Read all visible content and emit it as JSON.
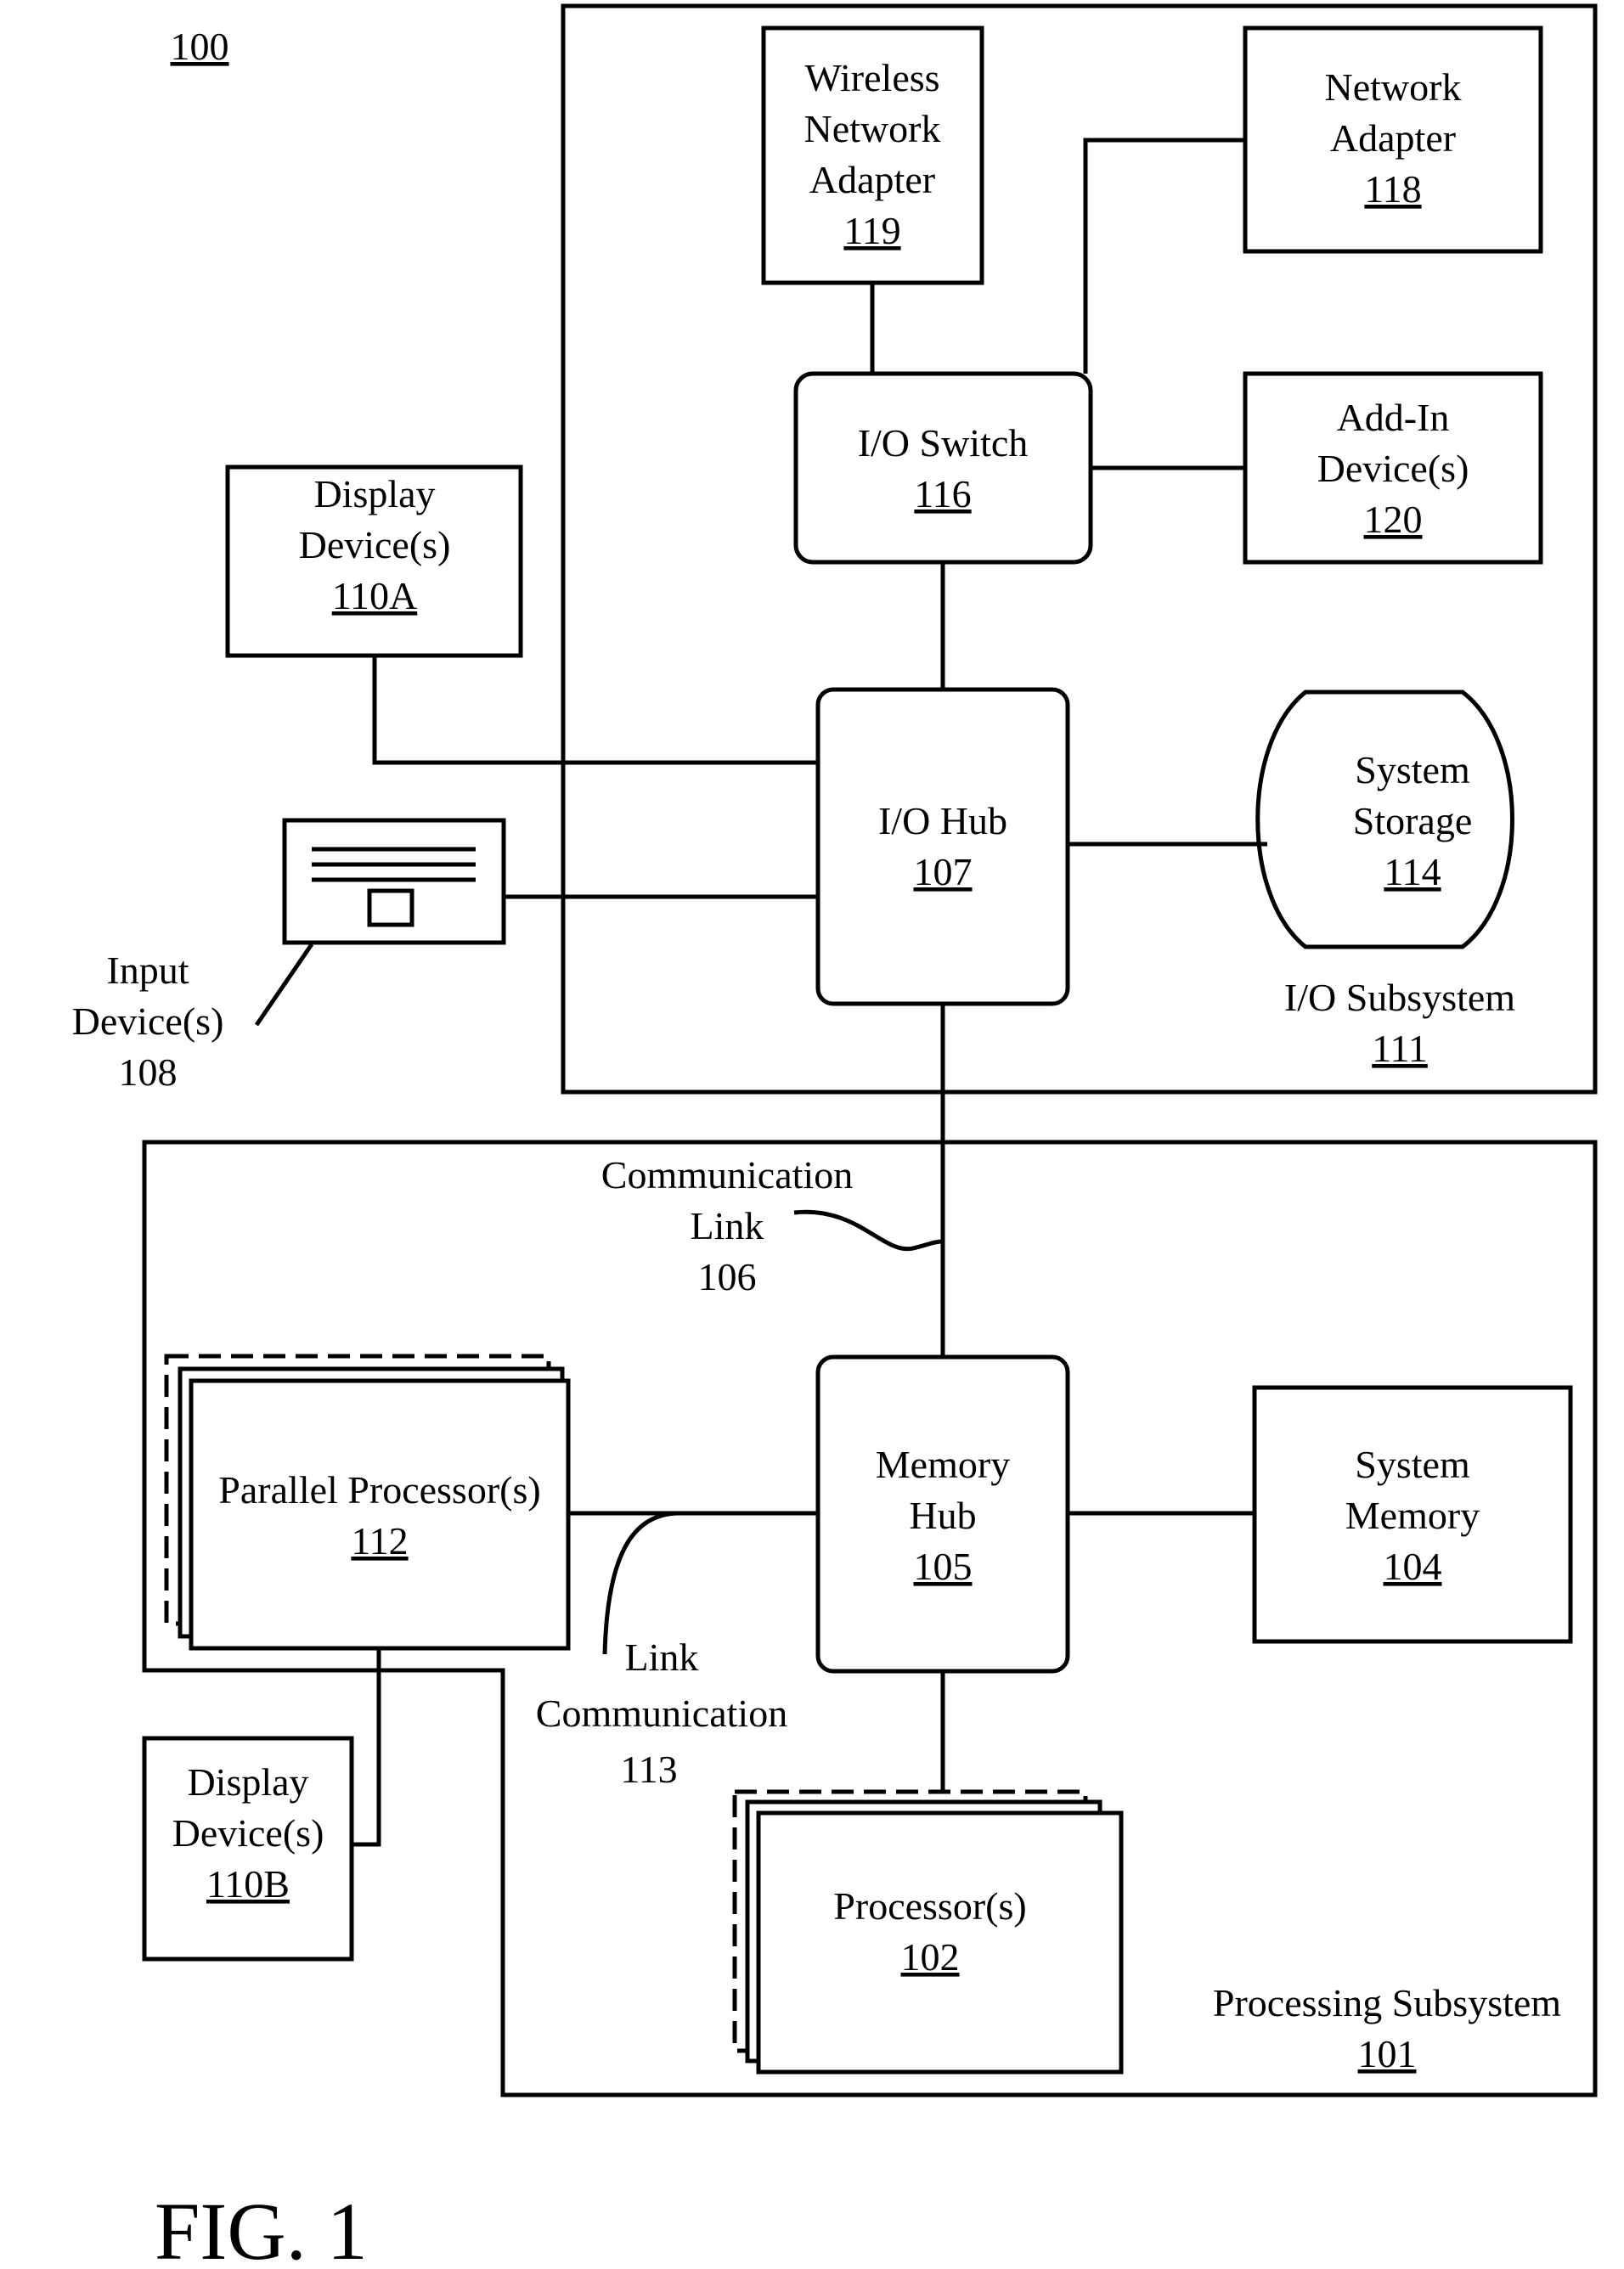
{
  "figure_ref": "100",
  "figure_caption": "FIG. 1",
  "blocks": {
    "wireless_adapter": {
      "lines": [
        "Wireless",
        "Network",
        "Adapter"
      ],
      "ref": "119"
    },
    "network_adapter": {
      "lines": [
        "Network",
        "Adapter"
      ],
      "ref": "118"
    },
    "io_switch": {
      "lines": [
        "I/O Switch"
      ],
      "ref": "116"
    },
    "add_in_devices": {
      "lines": [
        "Add-In",
        "Device(s)"
      ],
      "ref": "120"
    },
    "display_110a": {
      "lines": [
        "Display",
        "Device(s)"
      ],
      "ref": "110A"
    },
    "io_hub": {
      "lines": [
        "I/O Hub"
      ],
      "ref": "107"
    },
    "system_storage": {
      "lines": [
        "System",
        "Storage"
      ],
      "ref": "114"
    },
    "io_subsystem": {
      "lines": [
        "I/O Subsystem"
      ],
      "ref": "111"
    },
    "input_devices": {
      "lines": [
        "Input",
        "Device(s)",
        "108"
      ]
    },
    "comm_link_106": {
      "lines": [
        "Communication",
        "Link",
        "106"
      ]
    },
    "parallel_processors": {
      "lines": [
        "Parallel Processor(s)"
      ],
      "ref": "112"
    },
    "memory_hub": {
      "lines": [
        "Memory",
        "Hub"
      ],
      "ref": "105"
    },
    "system_memory": {
      "lines": [
        "System",
        "Memory"
      ],
      "ref": "104"
    },
    "link_comm_113": {
      "lines": [
        "Link",
        "Communication",
        "113"
      ]
    },
    "display_110b": {
      "lines": [
        "Display",
        "Device(s)"
      ],
      "ref": "110B"
    },
    "processors": {
      "lines": [
        "Processor(s)"
      ],
      "ref": "102"
    },
    "processing_subsystem": {
      "lines": [
        "Processing Subsystem"
      ],
      "ref": "101"
    }
  }
}
